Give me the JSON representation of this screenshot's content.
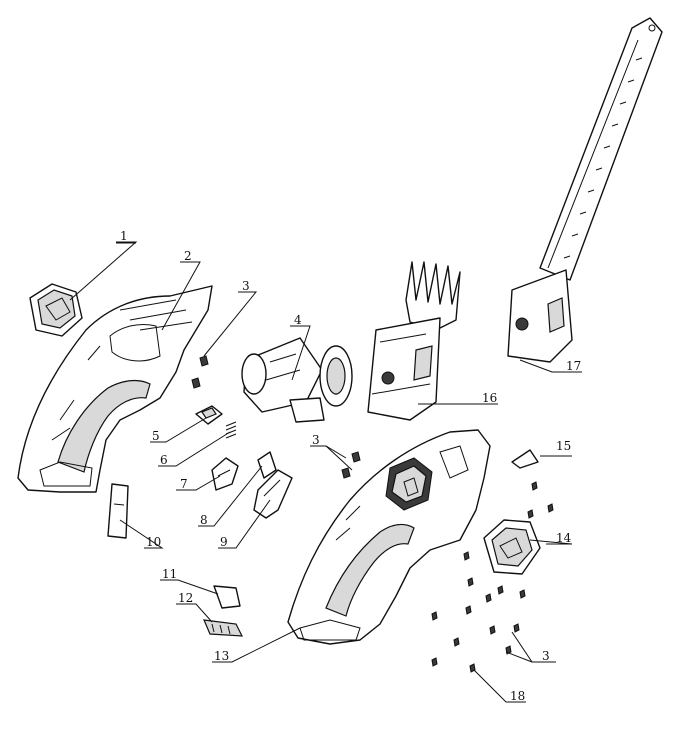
{
  "callouts": {
    "c1": "1",
    "c2": "2",
    "c3a": "3",
    "c4": "4",
    "c5": "5",
    "c6": "6",
    "c7": "7",
    "c8": "8",
    "c9": "9",
    "c10": "10",
    "c11": "11",
    "c12": "12",
    "c13": "13",
    "c14": "14",
    "c15": "15",
    "c16": "16",
    "c17": "17",
    "c3b": "3",
    "c3c": "3",
    "c18": "18"
  }
}
